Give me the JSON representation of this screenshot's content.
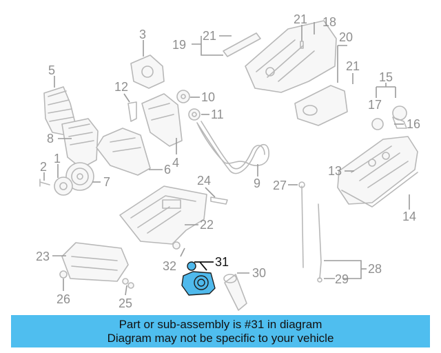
{
  "diagram": {
    "highlight_color": "#4fbeef",
    "callouts": {
      "c1": "1",
      "c2": "2",
      "c3": "3",
      "c4": "4",
      "c5": "5",
      "c6": "6",
      "c7": "7",
      "c8": "8",
      "c9": "9",
      "c10": "10",
      "c11": "11",
      "c12": "12",
      "c13": "13",
      "c14": "14",
      "c15": "15",
      "c16": "16",
      "c17": "17",
      "c18": "18",
      "c19": "19",
      "c20": "20",
      "c21a": "21",
      "c21b": "21",
      "c21c": "21",
      "c22": "22",
      "c23": "23",
      "c24": "24",
      "c25": "25",
      "c26": "26",
      "c27": "27",
      "c28": "28",
      "c29": "29",
      "c30": "30",
      "c31": "31",
      "c32": "32"
    }
  },
  "banner": {
    "line1": "Part or sub-assembly is #31 in diagram",
    "line2": "Diagram may not be specific to your vehicle"
  }
}
